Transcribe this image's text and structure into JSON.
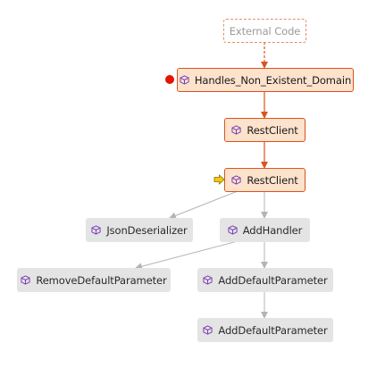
{
  "nodes": {
    "external": {
      "label": "External Code"
    },
    "handles": {
      "label": "Handles_Non_Existent_Domain",
      "icon": "method-cube-icon"
    },
    "restclient_1": {
      "label": "RestClient",
      "icon": "method-cube-icon"
    },
    "restclient_2": {
      "label": "RestClient",
      "icon": "method-cube-icon"
    },
    "json_deserializer": {
      "label": "JsonDeserializer",
      "icon": "method-cube-icon"
    },
    "add_handler": {
      "label": "AddHandler",
      "icon": "method-cube-icon"
    },
    "remove_default_parameter": {
      "label": "RemoveDefaultParameter",
      "icon": "method-cube-icon"
    },
    "add_default_parameter_1": {
      "label": "AddDefaultParameter",
      "icon": "method-cube-icon"
    },
    "add_default_parameter_2": {
      "label": "AddDefaultParameter",
      "icon": "method-cube-icon"
    }
  },
  "markers": {
    "breakpoint": "breakpoint-icon",
    "current_frame": "current-frame-arrow-icon"
  },
  "colors": {
    "active_fill": "#fde2cc",
    "active_border": "#d9541e",
    "active_edge": "#d9541e",
    "inactive_fill": "#e4e4e4",
    "inactive_edge": "#b4b4b4",
    "breakpoint": "#e51400",
    "current_frame": "#f2c811",
    "cube_icon": "#7a43b6"
  }
}
